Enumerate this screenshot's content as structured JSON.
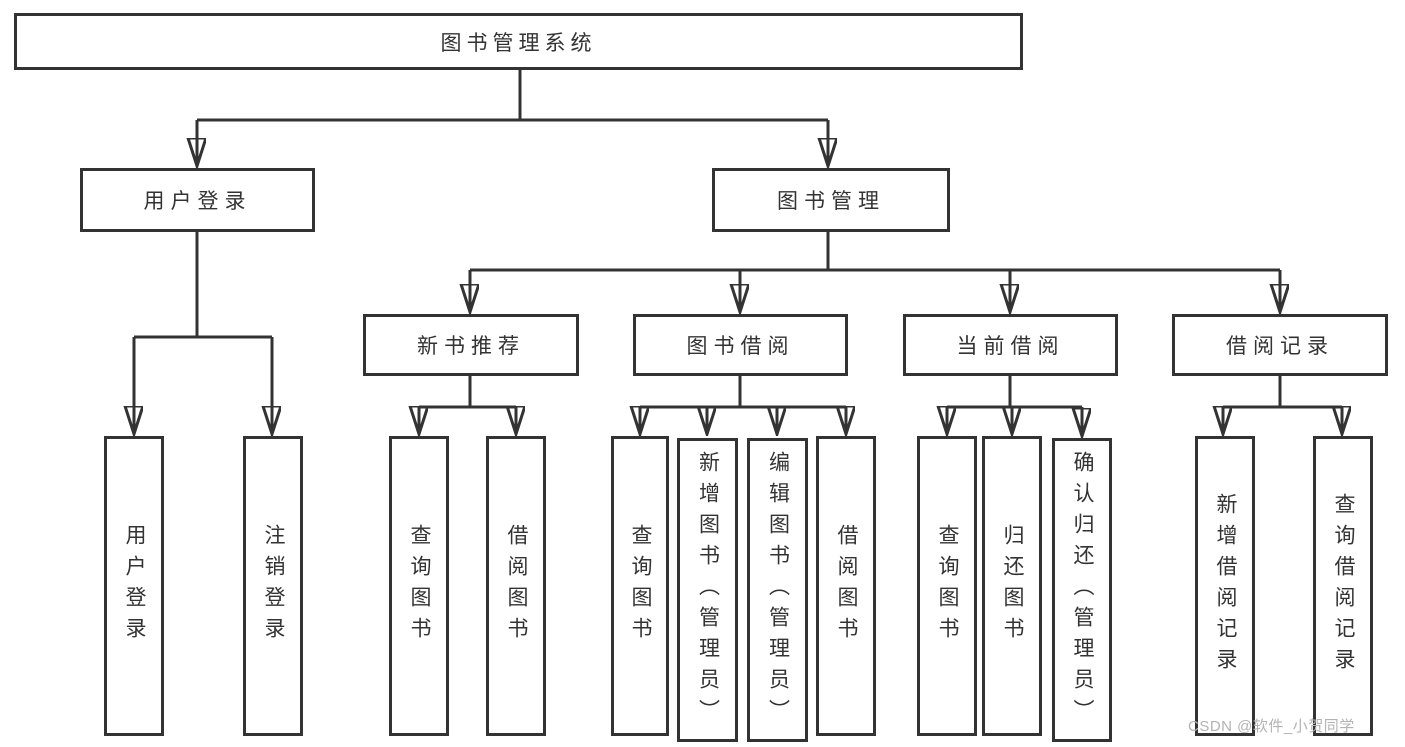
{
  "diagram": {
    "type": "tree",
    "root": {
      "label": "图书管理系统",
      "children": [
        {
          "label": "用户登录",
          "children": [
            {
              "label": "用户登录"
            },
            {
              "label": "注销登录"
            }
          ]
        },
        {
          "label": "图书管理",
          "children": [
            {
              "label": "新书推荐",
              "children": [
                {
                  "label": "查询图书"
                },
                {
                  "label": "借阅图书"
                }
              ]
            },
            {
              "label": "图书借阅",
              "children": [
                {
                  "label": "查询图书"
                },
                {
                  "label": "新增图书（管理员）"
                },
                {
                  "label": "编辑图书（管理员）"
                },
                {
                  "label": "借阅图书"
                }
              ]
            },
            {
              "label": "当前借阅",
              "children": [
                {
                  "label": "查询图书"
                },
                {
                  "label": "归还图书"
                },
                {
                  "label": "确认归还（管理员）"
                }
              ]
            },
            {
              "label": "借阅记录",
              "children": [
                {
                  "label": "新增借阅记录"
                },
                {
                  "label": "查询借阅记录"
                }
              ]
            }
          ]
        }
      ]
    }
  },
  "watermark": {
    "text": "CSDN @软件_小贺同学"
  },
  "colors": {
    "line": "#333333",
    "text": "#333333",
    "background": "#ffffff",
    "watermark": "#b3b3b3"
  }
}
